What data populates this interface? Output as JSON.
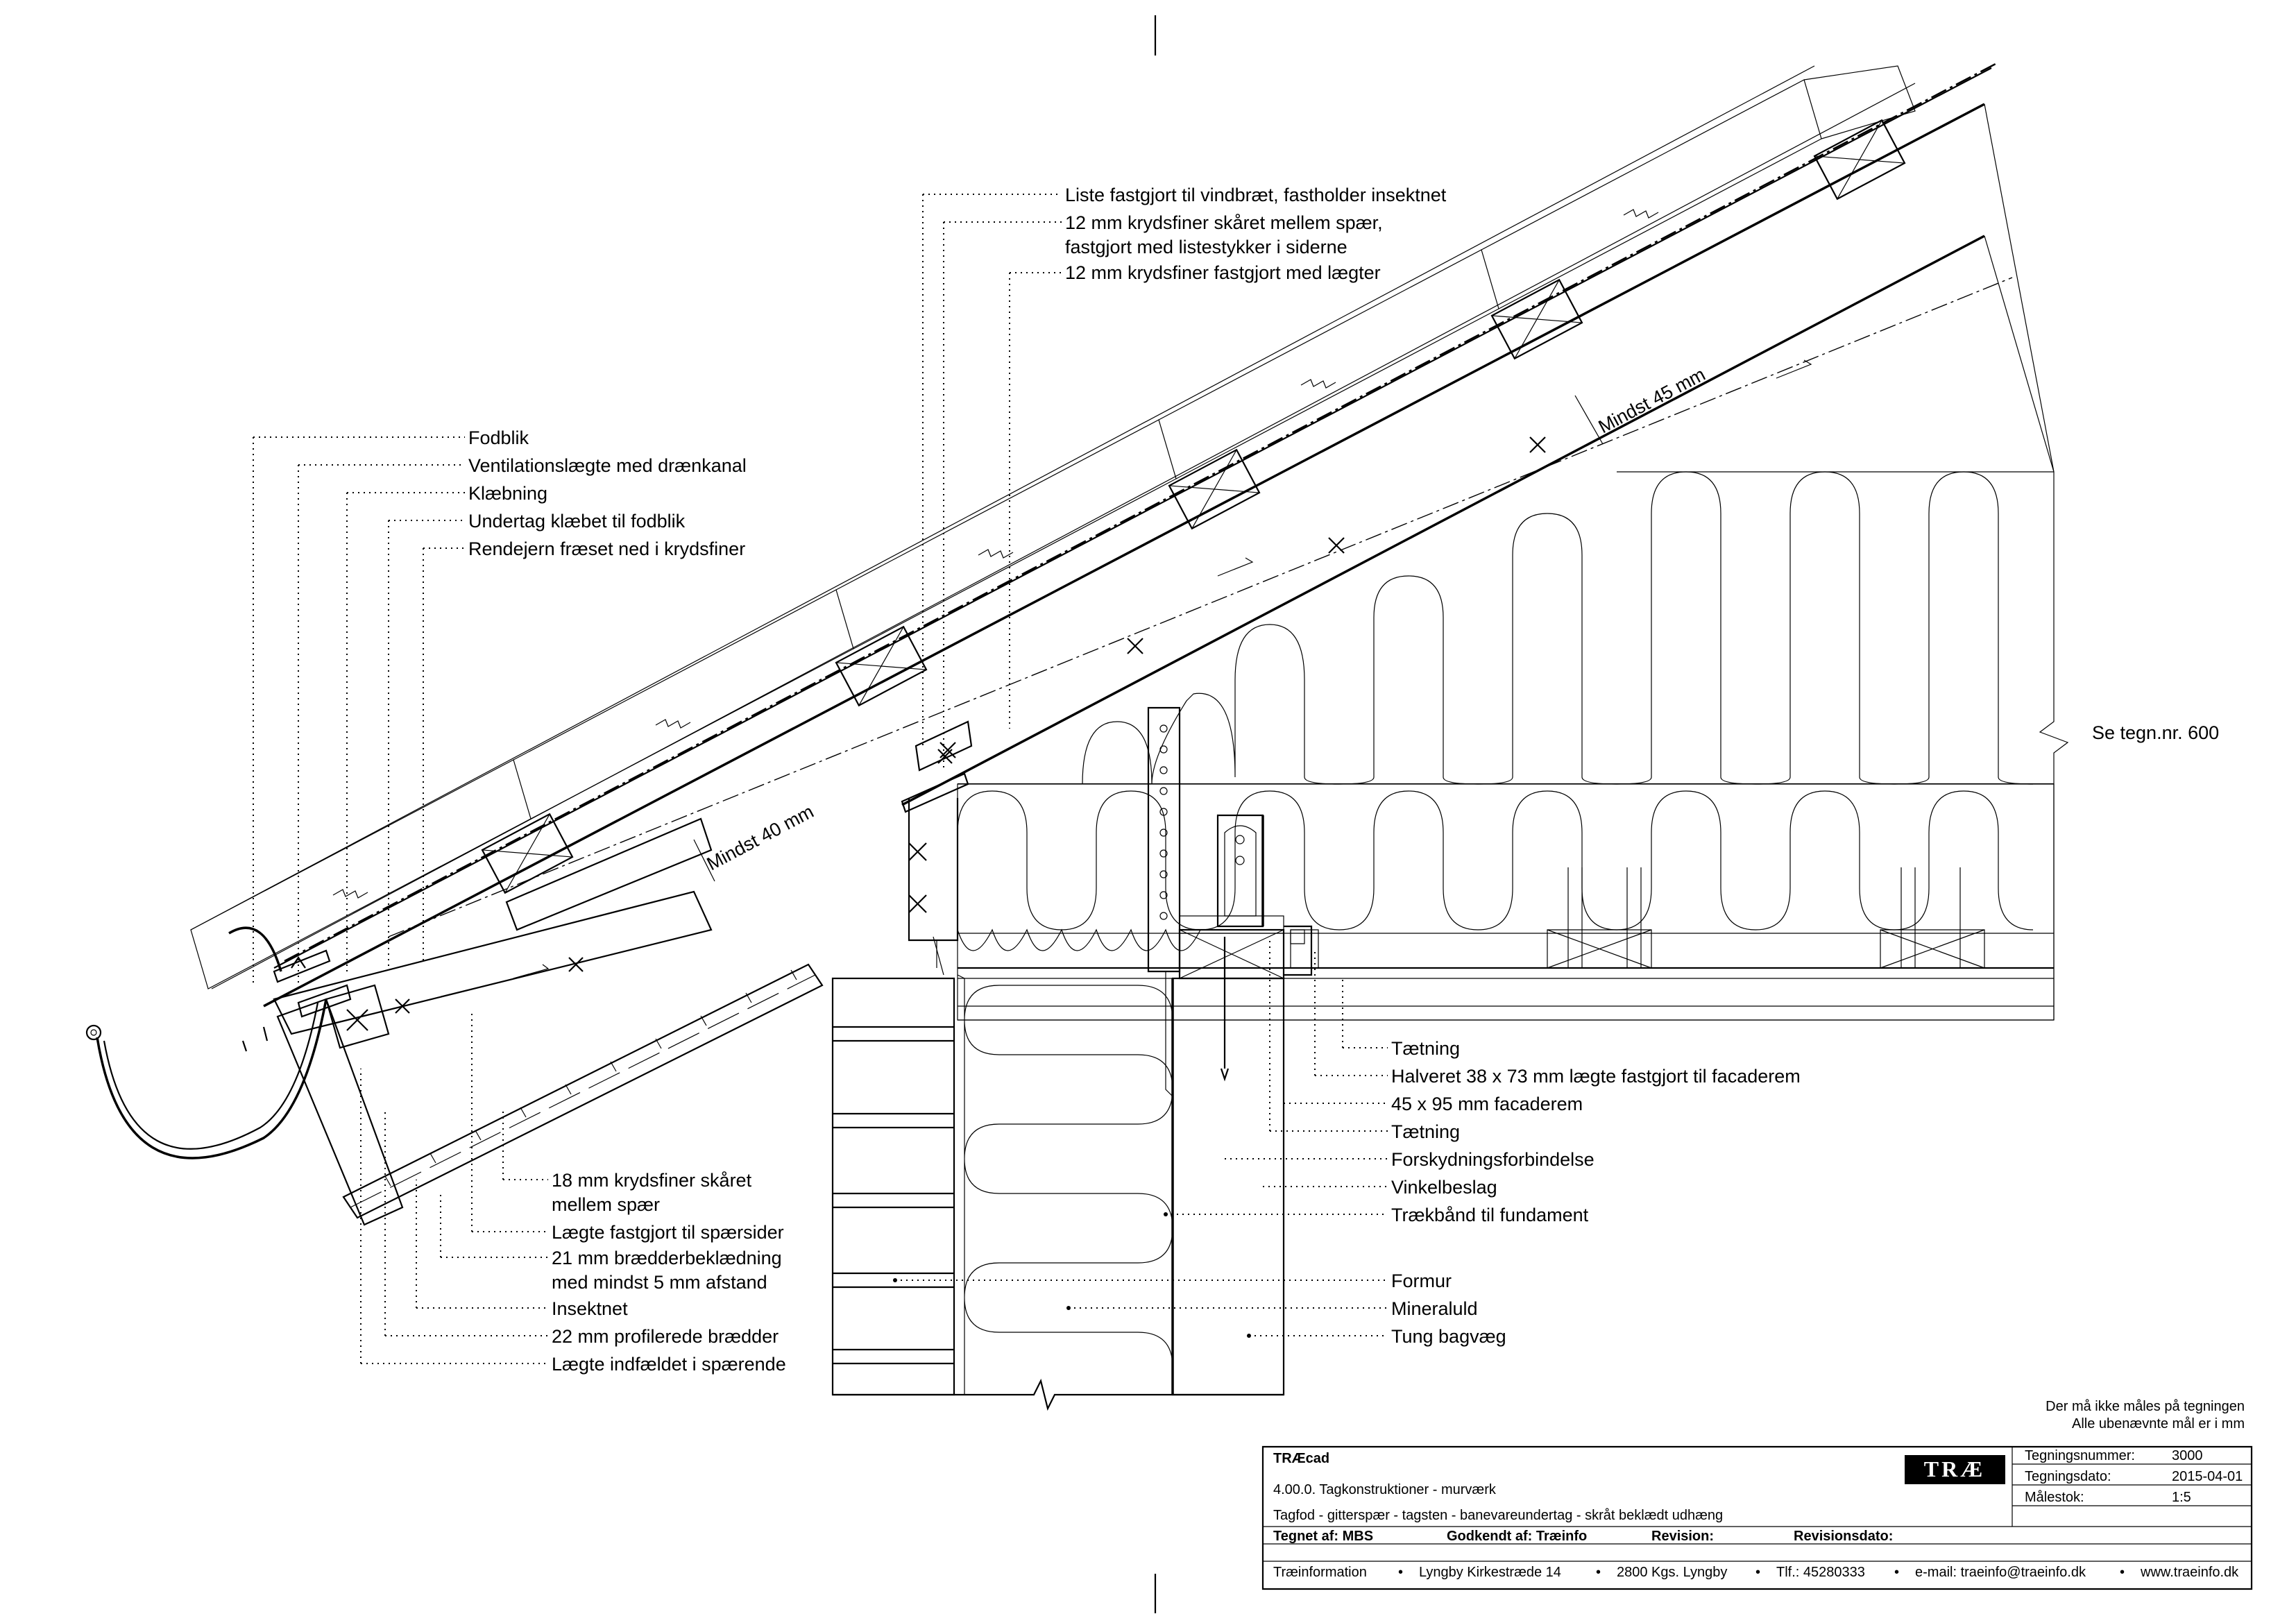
{
  "labels_top": [
    "Liste fastgjort til vindbræt, fastholder insektnet",
    "12 mm krydsfiner skåret mellem spær,",
    "fastgjort med listestykker i siderne",
    "12 mm krydsfiner fastgjort med lægter"
  ],
  "labels_left": [
    "Fodblik",
    "Ventilationslægte med drænkanal",
    "Klæbning",
    "Undertag klæbet til fodblik",
    "Rendejern fræset ned i krydsfiner"
  ],
  "labels_bottom": [
    "18 mm krydsfiner skåret",
    "mellem spær",
    "Lægte fastgjort til spærsider",
    "21 mm brædderbeklædning",
    "med mindst 5 mm afstand",
    "Insektnet",
    "22 mm profilerede brædder",
    "Lægte indfældet i spærende"
  ],
  "labels_right": [
    "Tætning",
    "Halveret 38 x 73 mm lægte fastgjort til facaderem",
    "45 x 95 mm facaderem",
    "Tætning",
    "Forskydningsforbindelse",
    "Vinkelbeslag",
    "Trækbånd til fundament",
    "Formur",
    "Mineraluld",
    "Tung bagvæg"
  ],
  "dimension_labels": {
    "upper": "Mindst 45 mm",
    "lower": "Mindst 40 mm"
  },
  "reference": "Se tegn.nr. 600",
  "notes": {
    "line1": "Der må ikke måles på tegningen",
    "line2": "Alle ubenævnte mål er i mm"
  },
  "title_block": {
    "software": "TRÆcad",
    "category": "4.00.0. Tagkonstruktioner - murværk",
    "description": "Tagfod - gitterspær - tagsten - banevareundertag - skråt beklædt udhæng",
    "logo": "TRÆ",
    "drawing_number_label": "Tegningsnummer:",
    "drawing_number": "3000",
    "drawing_date_label": "Tegningsdato:",
    "drawing_date": "2015-04-01",
    "scale_label": "Målestok:",
    "scale": "1:5",
    "drawn_by": "Tegnet af: MBS",
    "approved_by": "Godkendt af: Træinfo",
    "revision": "Revision:",
    "revision_date": "Revisionsdato:",
    "footer": {
      "org": "Træinformation",
      "address": "Lyngby Kirkestræde 14",
      "city": "2800 Kgs. Lyngby",
      "phone": "Tlf.: 45280333",
      "email": "e-mail: traeinfo@traeinfo.dk",
      "web": "www.traeinfo.dk"
    }
  }
}
